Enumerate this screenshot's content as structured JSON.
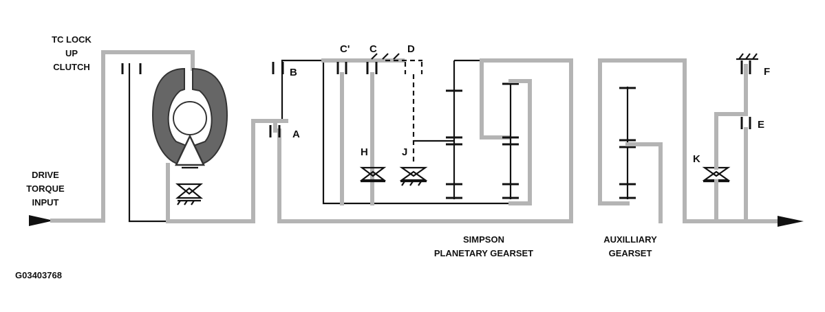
{
  "labels": {
    "tc_lock_up_clutch": [
      "TC LOCK",
      "UP",
      "CLUTCH"
    ],
    "drive_torque_input": [
      "DRIVE",
      "TORQUE",
      "INPUT"
    ],
    "clutch_b": "B",
    "clutch_a": "A",
    "clutch_c_prime": "C'",
    "clutch_c": "C",
    "clutch_d": "D",
    "clutch_h": "H",
    "clutch_j": "J",
    "clutch_k": "K",
    "clutch_e": "E",
    "clutch_f": "F",
    "simpson": [
      "SIMPSON",
      "PLANETARY GEARSET"
    ],
    "auxiliary": [
      "AUXILLIARY",
      "GEARSET"
    ],
    "figure_id": "G03403768"
  }
}
